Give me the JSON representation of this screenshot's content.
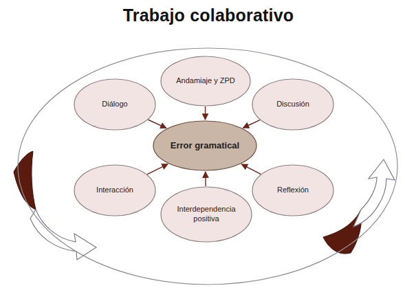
{
  "diagram": {
    "nodes": [
      {
        "text": [
          "Trabajo colaborativo"
        ]
      },
      {
        "text": [
          "Andamiaje y ZPD"
        ],
        "in": 0
      },
      {
        "text": [
          "Diálogo"
        ],
        "in": 0
      },
      {
        "text": [
          "Discusión"
        ],
        "in": 0
      },
      {
        "text": [
          "Error gramatical"
        ],
        "in": 0
      },
      {
        "text": [
          "Interacción"
        ],
        "in": 0
      },
      {
        "text": [
          "Reflexión"
        ],
        "in": 0
      },
      {
        "text": [
          "Interdependencia positiva"
        ],
        "in": 0
      }
    ],
    "edges": [
      {
        "from": 1,
        "to": 4,
        "arrow": "to"
      },
      {
        "from": 2,
        "to": 4,
        "arrow": "to"
      },
      {
        "from": 3,
        "to": 4,
        "arrow": "to"
      },
      {
        "from": 5,
        "to": 4,
        "arrow": "to"
      },
      {
        "from": 6,
        "to": 4,
        "arrow": "to"
      },
      {
        "from": 7,
        "to": 4,
        "arrow": "to"
      }
    ]
  }
}
